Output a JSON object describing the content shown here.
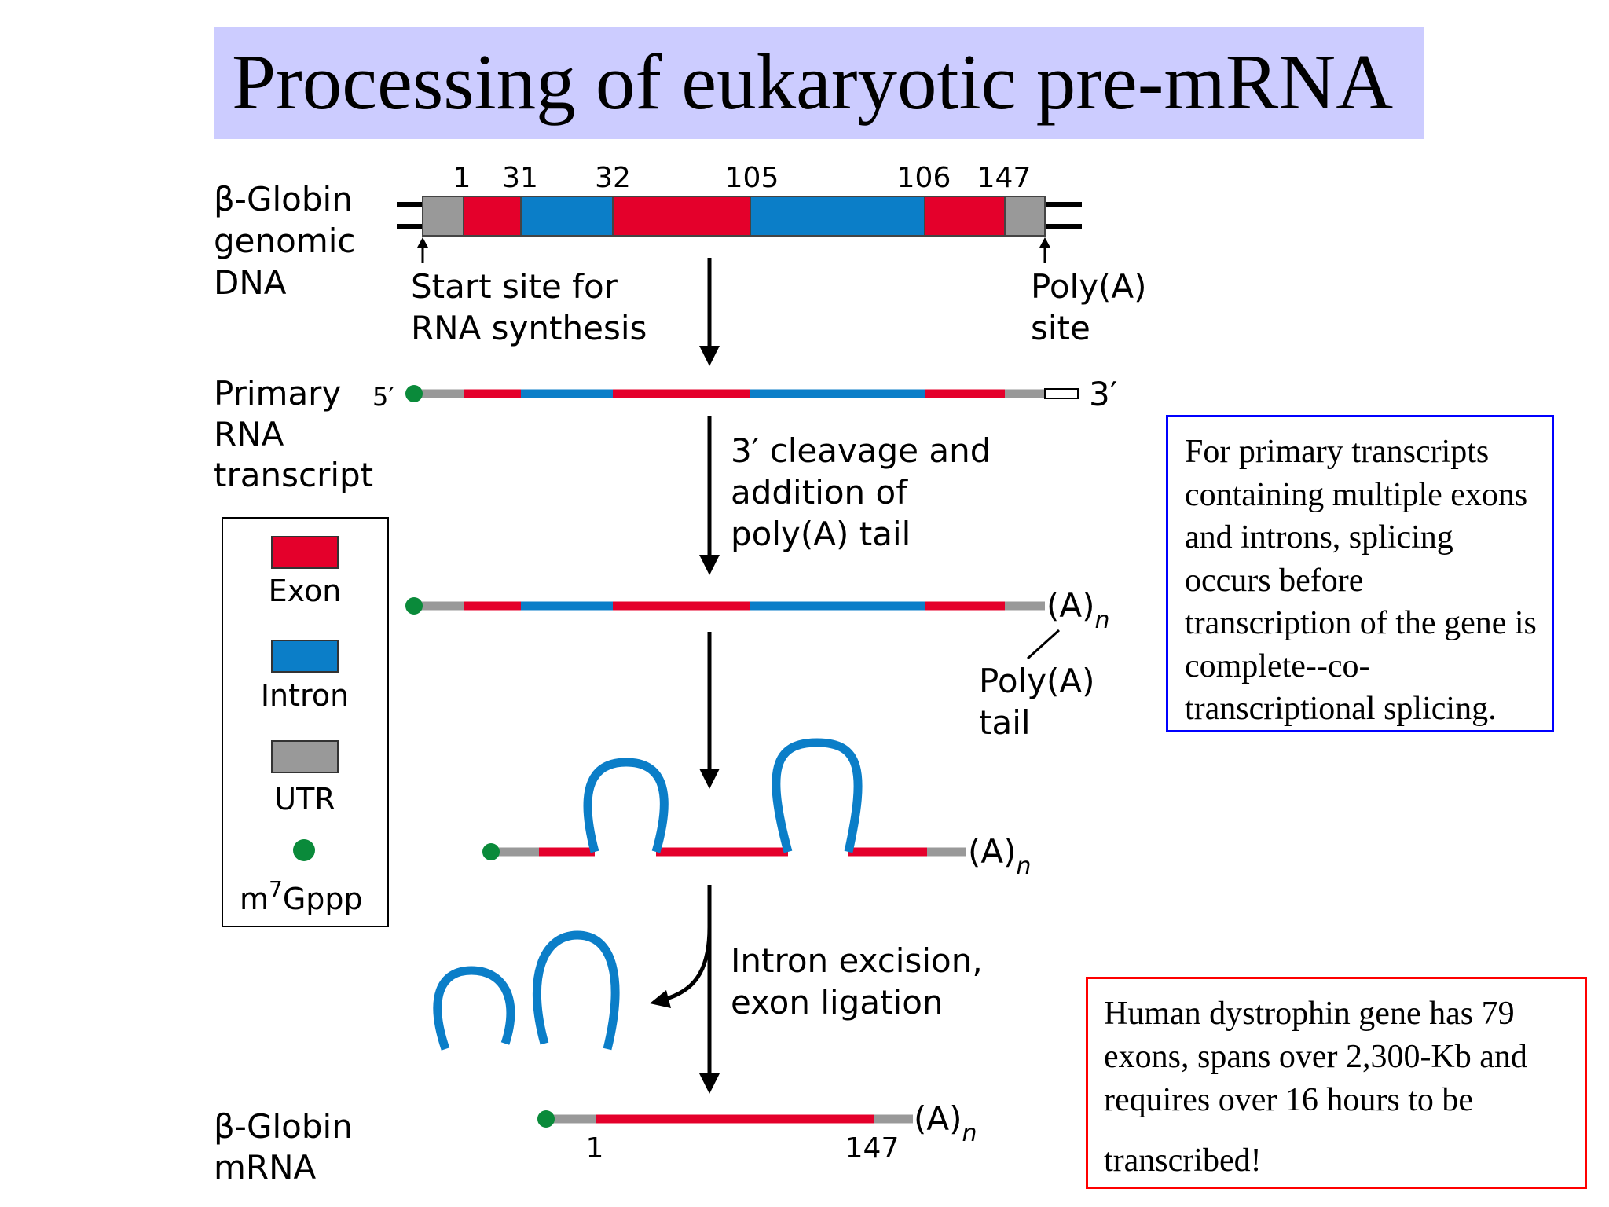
{
  "title": "Processing of eukaryotic pre-mRNA",
  "colors": {
    "exon": "#e4002b",
    "intron": "#0b7ec8",
    "utr": "#999999",
    "cap": "#0a8a3a",
    "title_bg": "#ccccff"
  },
  "rows": {
    "genomic_dna": "β-Globin genomic DNA",
    "primary_transcript": "Primary RNA transcript",
    "mrna": "β-Globin mRNA"
  },
  "positions": [
    "1",
    "31",
    "32",
    "105",
    "106",
    "147"
  ],
  "annotations": {
    "start_site": "Start site for RNA synthesis",
    "polya_site": "Poly(A) site",
    "five_prime": "5′",
    "three_prime": "3′",
    "polya_tail": "Poly(A) tail",
    "a_n": "(A)",
    "a_n_sub": "n"
  },
  "steps": {
    "cleavage": "3′ cleavage and addition of poly(A) tail",
    "excision": "Intron excision, exon ligation"
  },
  "mrna_ends": {
    "start": "1",
    "end": "147"
  },
  "legend": {
    "exon": "Exon",
    "intron": "Intron",
    "utr": "UTR",
    "cap_base": "m",
    "cap_sup": "7",
    "cap_rest": "Gppp"
  },
  "callouts": {
    "cotranscriptional": "For primary transcripts containing multiple exons and introns, splicing occurs before transcription of the gene is complete--co-transcriptional splicing.",
    "dystrophin_main": "Human dystrophin gene has 79 exons, spans over 2,300-Kb and requires over 16 hours to be",
    "dystrophin_last": "transcribed!"
  }
}
